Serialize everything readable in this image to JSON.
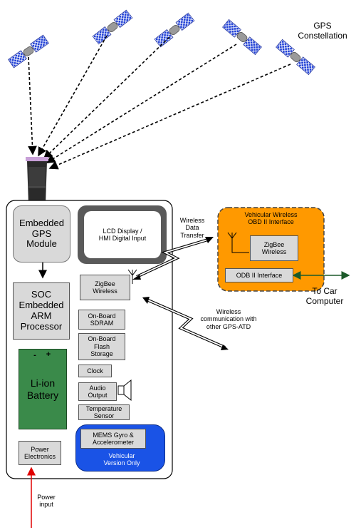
{
  "title": "GPS\nConstellation",
  "colors": {
    "satellite_panel": "#1f3fd6",
    "obd_fill": "#ff9900",
    "vehicular_fill": "#1a53e6",
    "battery_fill": "#3a8a4a",
    "power_arrow": "#e00000",
    "car_arrow": "#1c5a2a",
    "box_fill": "#d9d9d9"
  },
  "device": {
    "gps_module": "Embedded\nGPS\nModule",
    "soc": "SOC\nEmbedded\nARM\nProcessor",
    "battery": "Li-ion\nBattery",
    "battery_neg": "-",
    "battery_pos": "+",
    "power_electronics": "Power\nElectronics",
    "lcd": "LCD Display /\nHMI Digital Input",
    "zigbee": "ZigBee\nWireless",
    "sdram": "On-Board\nSDRAM",
    "flash": "On-Board\nFlash\nStorage",
    "clock": "Clock",
    "audio": "Audio\nOutput",
    "temperature": "Temperature\nSensor",
    "mems": "MEMS Gyro &\nAccelerometer",
    "vehicular_only": "Vehicular\nVersion Only"
  },
  "obd": {
    "title": "Vehicular Wireless\nOBD II Interface",
    "zigbee": "ZigBee\nWireless",
    "interface": "ODB II Interface"
  },
  "labels": {
    "wireless_transfer": "Wireless\nData\nTransfer",
    "wireless_comm": "Wireless\ncommunication with\nother GPS-ATD",
    "to_car": "To Car\nComputer",
    "power_input": "Power\ninput"
  }
}
